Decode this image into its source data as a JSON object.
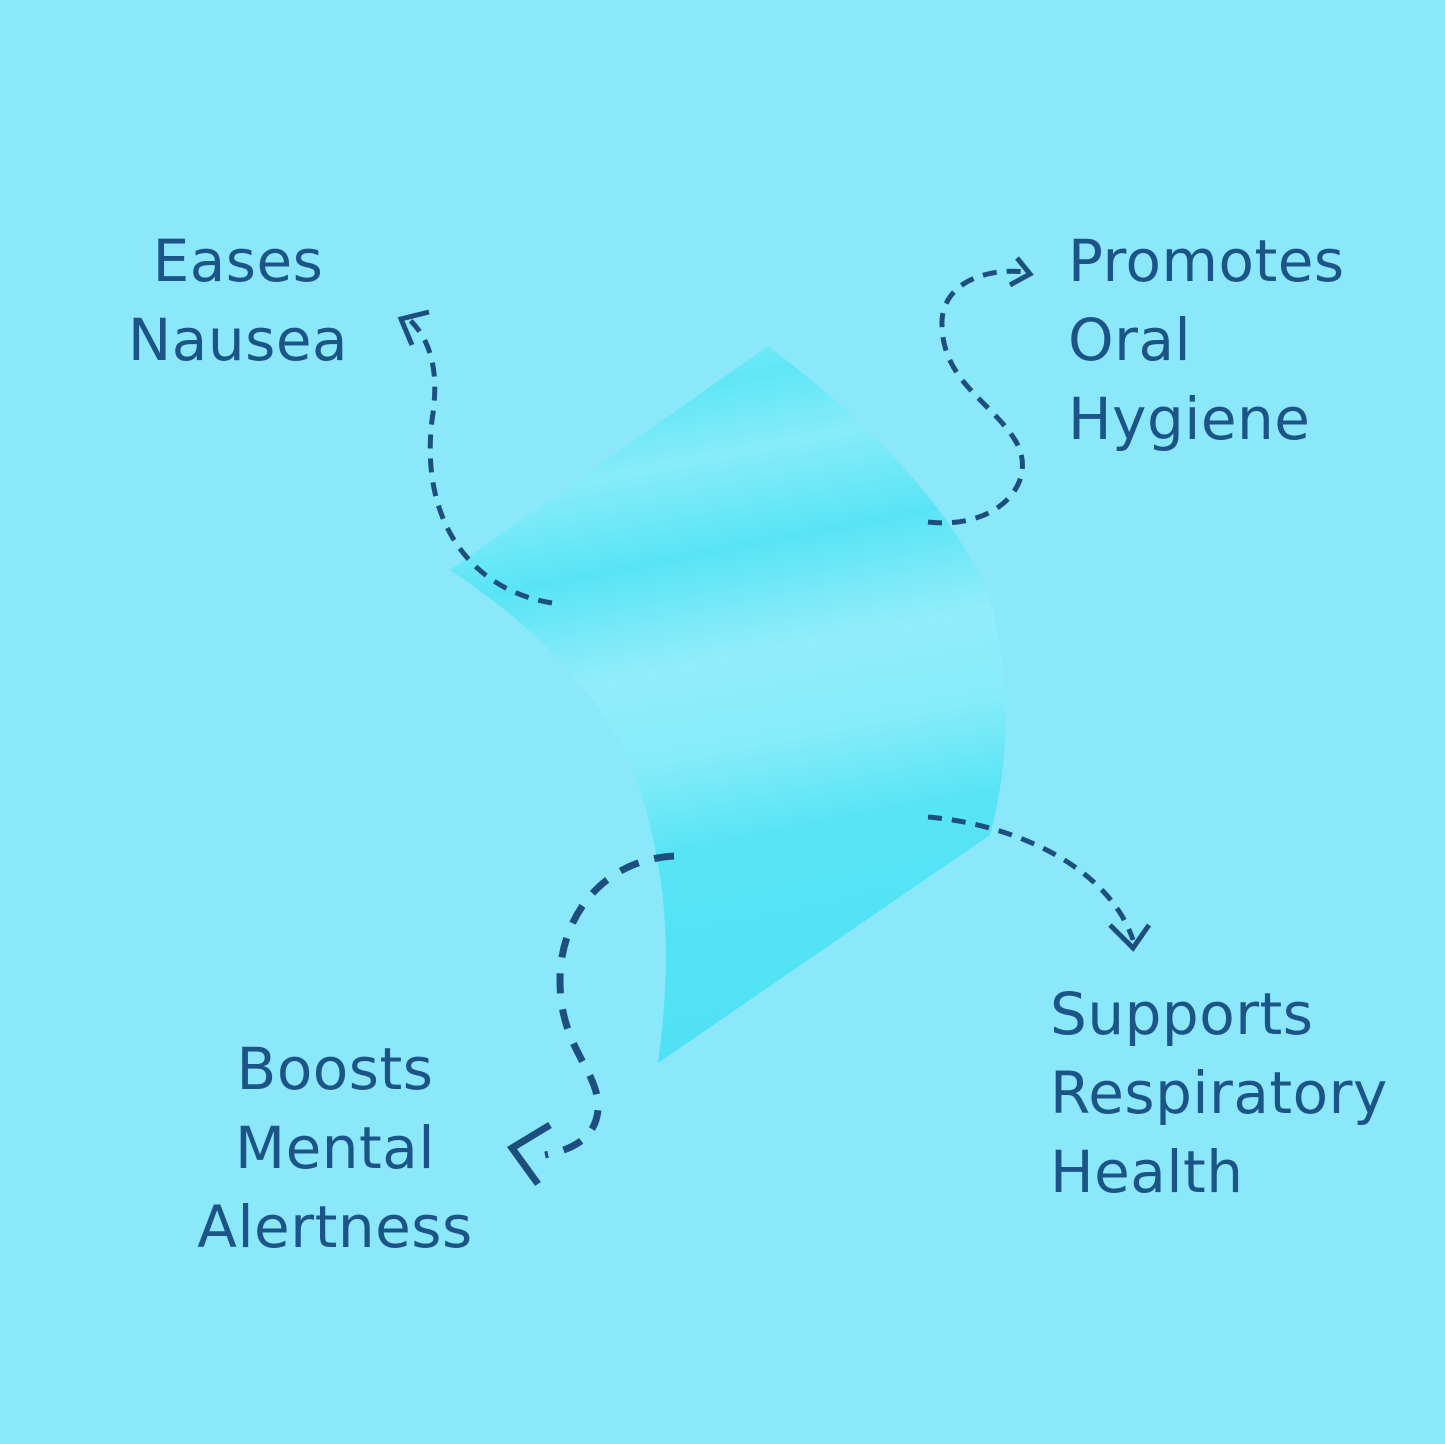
{
  "colors": {
    "background": "#8ae8fa",
    "text": "#1d5487",
    "arrow": "#1d4e7e",
    "strip_dark": "#4fe3f5",
    "strip_light": "#93edfb"
  },
  "benefits": [
    {
      "id": "nausea",
      "lines": [
        "Eases",
        "Nausea"
      ]
    },
    {
      "id": "oral-hygiene",
      "lines": [
        "Promotes",
        "Oral",
        "Hygiene"
      ]
    },
    {
      "id": "mental-alertness",
      "lines": [
        "Boosts",
        "Mental",
        "Alertness"
      ]
    },
    {
      "id": "respiratory",
      "lines": [
        "Supports",
        "Respiratory",
        "Health"
      ]
    }
  ],
  "icons": {
    "strip": "breath-strip-icon",
    "arrow": "dashed-arrow-icon"
  }
}
